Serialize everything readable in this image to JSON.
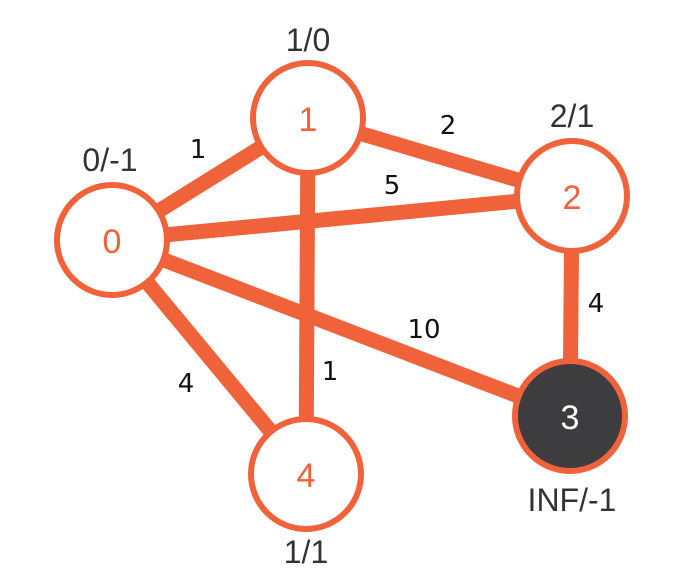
{
  "colors": {
    "edge": "#f0623a",
    "node_border": "#f0623a",
    "node_fill": "#ffffff",
    "node_text": "#f0623a",
    "visited_fill": "#3d3d3f",
    "visited_text": "#ffffff",
    "annotation_text": "#333333"
  },
  "graph": {
    "nodes": [
      {
        "id": "0",
        "label": "0",
        "dist_prev": "0/-1",
        "visited": false
      },
      {
        "id": "1",
        "label": "1",
        "dist_prev": "1/0",
        "visited": false
      },
      {
        "id": "2",
        "label": "2",
        "dist_prev": "2/1",
        "visited": false
      },
      {
        "id": "3",
        "label": "3",
        "dist_prev": "INF/-1",
        "visited": true
      },
      {
        "id": "4",
        "label": "4",
        "dist_prev": "1/1",
        "visited": false
      }
    ],
    "edges": [
      {
        "from": "0",
        "to": "1",
        "weight": "1"
      },
      {
        "from": "0",
        "to": "2",
        "weight": "5"
      },
      {
        "from": "0",
        "to": "3",
        "weight": "10"
      },
      {
        "from": "0",
        "to": "4",
        "weight": "4"
      },
      {
        "from": "1",
        "to": "2",
        "weight": "2"
      },
      {
        "from": "1",
        "to": "4",
        "weight": "1"
      },
      {
        "from": "2",
        "to": "3",
        "weight": "4"
      }
    ]
  }
}
